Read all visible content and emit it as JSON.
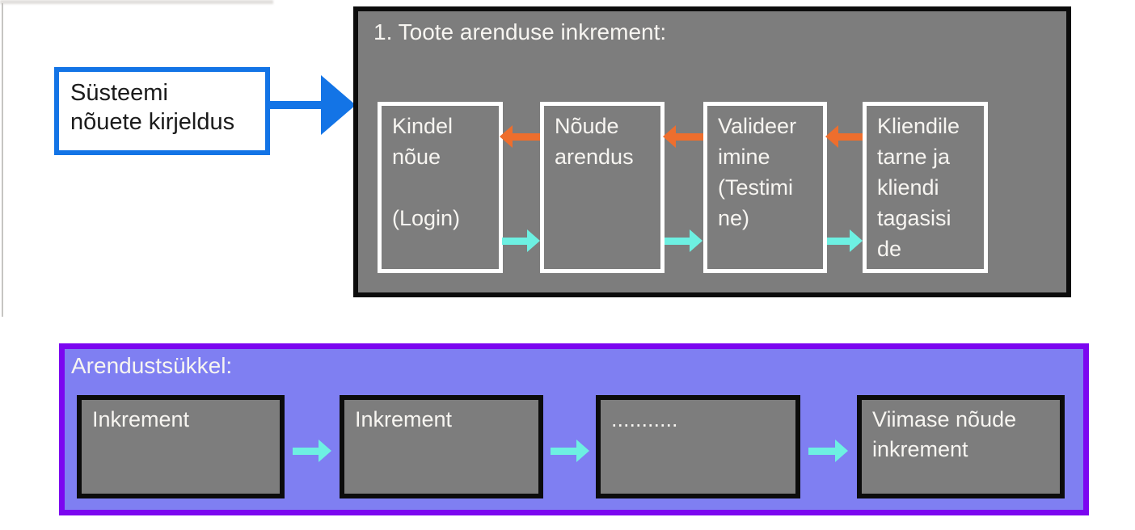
{
  "colors": {
    "blue": "#1374e6",
    "orange": "#ee6e2d",
    "cyan": "#6df0e2",
    "gray_fill": "#7d7d7d",
    "panel_border": "#0c0c0c",
    "purple_border": "#7b06f0",
    "periwinkle": "#7f7ff2",
    "white_text": "#f7f5f1",
    "black_text": "#1b1b1b"
  },
  "left_box": {
    "text": "Süsteemi\nnõuete kirjeldus"
  },
  "top_panel": {
    "title": "1. Toote arenduse inkrement:",
    "boxes": [
      {
        "text": "Kindel\nnõue\n\n(Login)"
      },
      {
        "text": "Nõude\narendus"
      },
      {
        "text": "Valideer\nimine\n(Testimi\nne)"
      },
      {
        "text": "Kliendile\ntarne ja\nkliendi\ntagasisi\nde"
      }
    ]
  },
  "bottom_panel": {
    "title": "Arendustsükkel:",
    "boxes": [
      {
        "text": "Inkrement"
      },
      {
        "text": "Inkrement"
      },
      {
        "text": "..........."
      },
      {
        "text": "Viimase nõude\ninkrement"
      }
    ]
  }
}
